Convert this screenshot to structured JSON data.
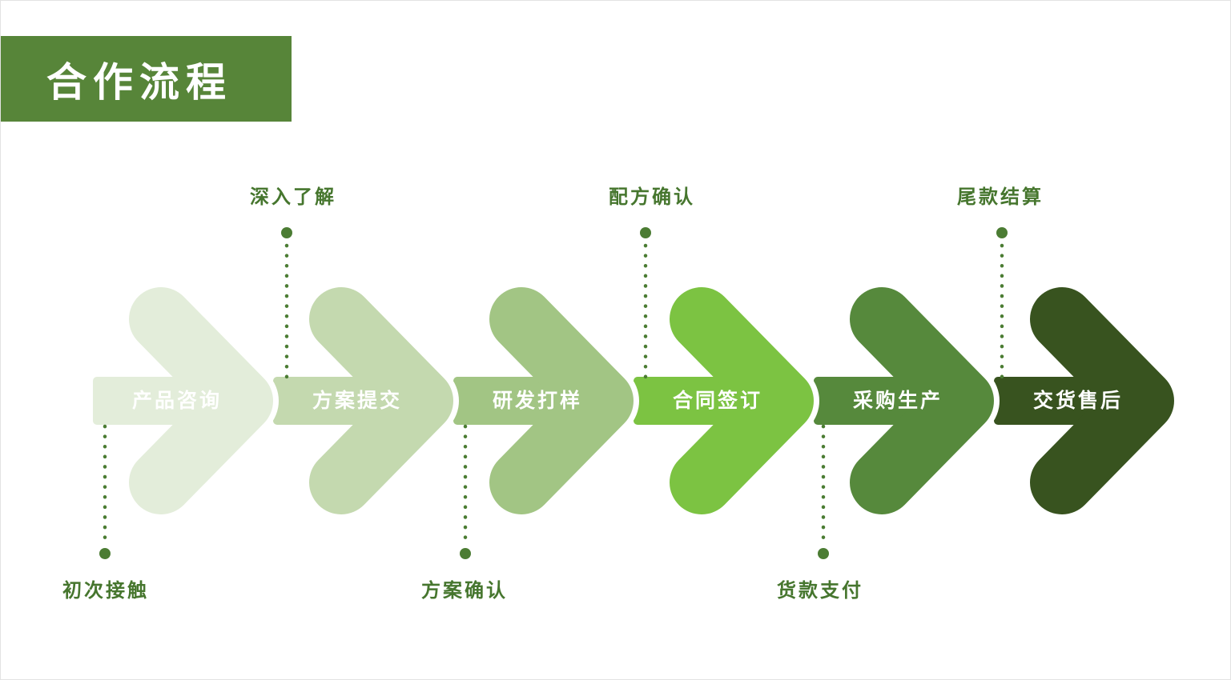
{
  "slide": {
    "title": "合作流程",
    "title_bg": "#578539",
    "background": "#ffffff",
    "step_text_color": "#ffffff"
  },
  "process": {
    "steps": [
      {
        "label": "产品咨询",
        "color": "#e3edda"
      },
      {
        "label": "方案提交",
        "color": "#c4d9af"
      },
      {
        "label": "研发打样",
        "color": "#a2c584"
      },
      {
        "label": "合同签订",
        "color": "#7cc342"
      },
      {
        "label": "采购生产",
        "color": "#56893c"
      },
      {
        "label": "交货售后",
        "color": "#38531f"
      }
    ],
    "milestones_top": [
      {
        "label": "深入了解"
      },
      {
        "label": "配方确认"
      },
      {
        "label": "尾款结算"
      }
    ],
    "milestones_bottom": [
      {
        "label": "初次接触"
      },
      {
        "label": "方案确认"
      },
      {
        "label": "货款支付"
      }
    ],
    "milestone_color": "#4b7c33"
  }
}
